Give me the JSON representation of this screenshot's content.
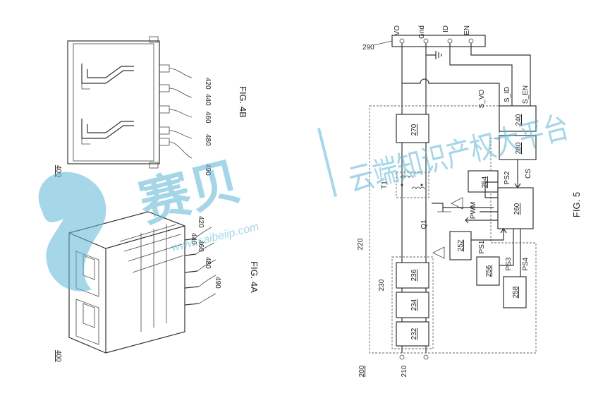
{
  "fig4a": {
    "title": "FIG. 4A",
    "ref_main": "400",
    "refs": [
      "420",
      "440",
      "460",
      "480",
      "490"
    ]
  },
  "fig4b": {
    "title": "FIG. 4B",
    "ref_main": "400",
    "refs": [
      "420",
      "440",
      "460",
      "480",
      "490"
    ]
  },
  "fig5": {
    "title": "FIG. 5",
    "ref_main": "200",
    "pins": [
      "VO",
      "Gnd",
      "ID",
      "EN"
    ],
    "signals": {
      "s_vo": "S_VO",
      "s_id": "S_ID",
      "s_en": "S_EN",
      "pwm": "PWM",
      "cs": "CS",
      "ps1": "PS1",
      "ps2": "PS2",
      "ps3": "PS3",
      "ps4": "PS4",
      "t1": "T1",
      "q1": "Q1"
    },
    "blocks": {
      "b232": "232",
      "b234": "234",
      "b236": "236",
      "b240": "240",
      "b252": "252",
      "b254": "254",
      "b256": "256",
      "b258": "258",
      "b260": "260",
      "b270": "270",
      "b280": "280"
    },
    "labels": {
      "l210": "210",
      "l220": "220",
      "l230": "230",
      "l290": "290"
    }
  },
  "watermark": {
    "brand": "赛贝",
    "slogan": "云端知识产权大平台",
    "url": "www.saibeiip.com"
  }
}
